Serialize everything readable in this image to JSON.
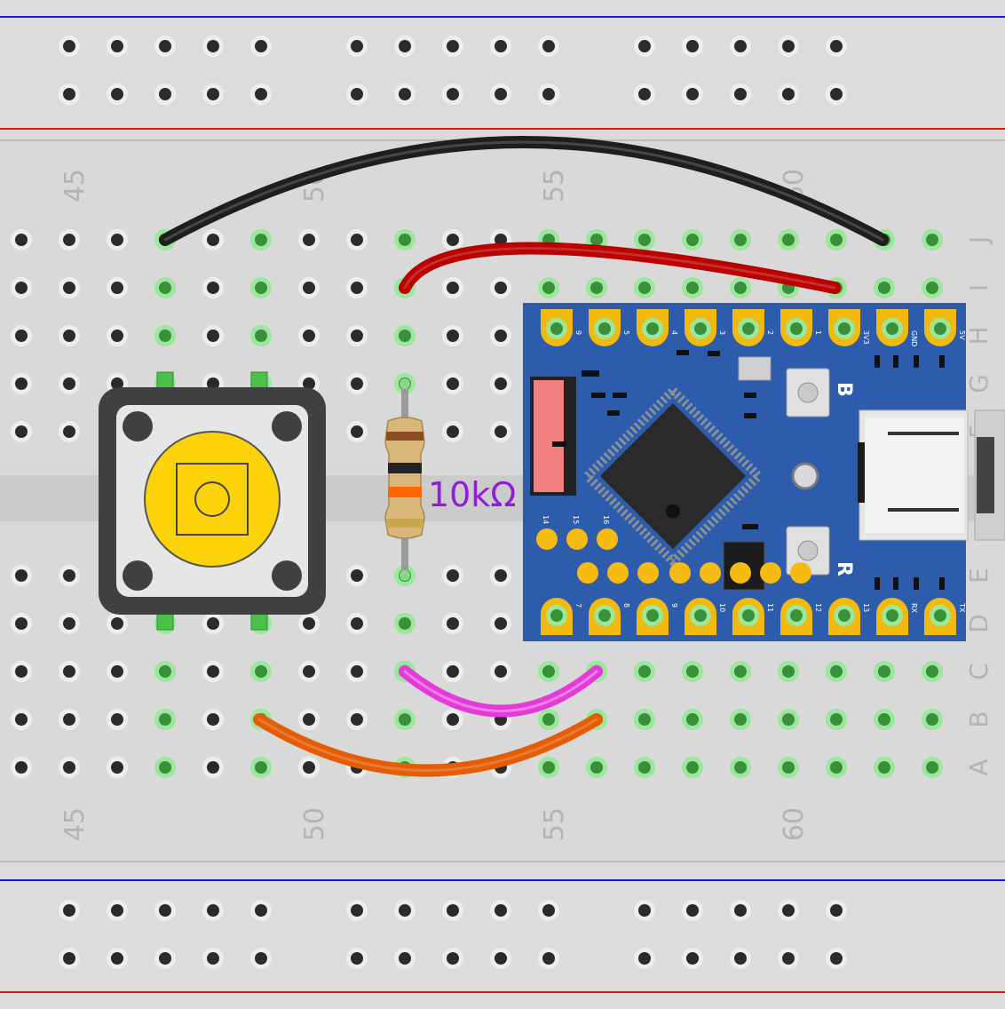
{
  "breadboard": {
    "column_numbers": [
      "45",
      "50",
      "55",
      "60"
    ],
    "row_letters": [
      "J",
      "I",
      "H",
      "G",
      "F",
      "E",
      "D",
      "C",
      "B",
      "A"
    ],
    "rail_colors": {
      "blue": "#1a1ad6",
      "red": "#d21a1a"
    }
  },
  "resistor": {
    "label": "10kΩ",
    "bands": [
      "#8b4a20",
      "#222222",
      "#ff6600",
      "#c9a74d"
    ]
  },
  "arduino": {
    "top_pin_labels": [
      "9",
      "5",
      "4",
      "3",
      "2",
      "1",
      "3V3",
      "GND",
      "5V"
    ],
    "bottom_pin_labels": [
      "7",
      "8",
      "9",
      "10",
      "11",
      "12",
      "13",
      "RX",
      "TX"
    ],
    "pad_labels": [
      "14",
      "15",
      "16"
    ],
    "boot_button_label": "B",
    "reset_button_label": "R"
  },
  "wires": [
    {
      "name": "black-wire",
      "color": "#1e1e1e"
    },
    {
      "name": "red-wire",
      "color": "#bb0000"
    },
    {
      "name": "magenta-wire",
      "color": "#e43ad8"
    },
    {
      "name": "orange-wire",
      "color": "#e35d06"
    }
  ]
}
